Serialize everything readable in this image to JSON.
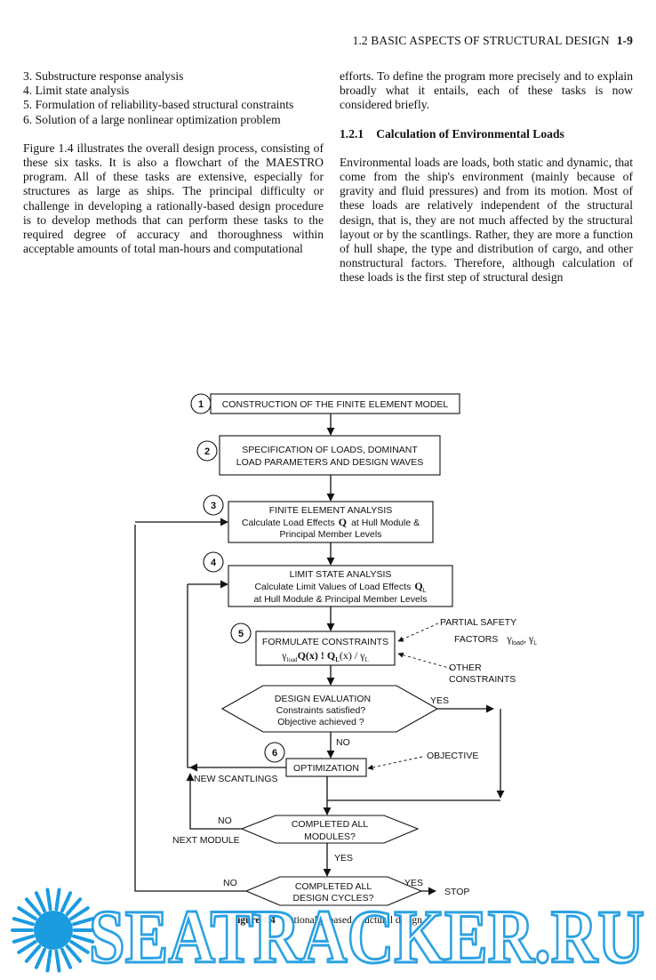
{
  "running_head": {
    "section": "1.2  BASIC ASPECTS OF STRUCTURAL DESIGN",
    "page": "1-9"
  },
  "left_column": {
    "list": [
      "3.   Substructure response analysis",
      "4.   Limit state analysis",
      "5.   Formulation of reliability-based structural constraints",
      "6.   Solution of a large nonlinear optimization problem"
    ],
    "paragraph": "Figure 1.4 illustrates the overall design process, consisting of these six tasks. It is also a flowchart of the MAESTRO program. All of these tasks are extensive, especially for structures as large as ships. The principal difficulty or challenge in developing a rationally-based design procedure is to develop methods that can perform these tasks to the required degree of accuracy and thoroughness within acceptable amounts of total man-hours and computational"
  },
  "right_column": {
    "paragraph1": "efforts. To define the program more precisely and to explain broadly what it entails, each of these tasks is now considered briefly.",
    "section_number": "1.2.1",
    "section_title": "Calculation of Environmental Loads",
    "paragraph2": "Environmental loads are loads, both static and dynamic, that come from the ship's environment (mainly because of gravity and fluid pressures) and from its motion. Most of these loads are relatively independent of the structural design, that is, they are not much affected by the structural layout or by the scantlings. Rather, they are more a function of hull shape, the type and distribution of cargo, and other nonstructural factors. Therefore, although calculation of these loads is the first step of structural design"
  },
  "flowchart": {
    "step1": {
      "num": "1",
      "text": "CONSTRUCTION OF THE FINITE ELEMENT MODEL"
    },
    "step2": {
      "num": "2",
      "line1": "SPECIFICATION OF LOADS,  DOMINANT",
      "line2": "LOAD PARAMETERS  AND DESIGN WAVES"
    },
    "step3": {
      "num": "3",
      "line1": "FINITE ELEMENT ANALYSIS",
      "line2": "Calculate Load Effects",
      "symbol": "Q",
      "line3": "at Hull Module &",
      "line4": "Principal Member Levels"
    },
    "step4": {
      "num": "4",
      "line1": "LIMIT STATE ANALYSIS",
      "line2": "Calculate Limit Values of Load Effects",
      "symbol": "Q",
      "symbol_sub": "L",
      "line3": "at Hull Module & Principal Member Levels"
    },
    "step5": {
      "num": "5",
      "line1": "FORMULATE CONSTRAINTS",
      "formula_a": "γ",
      "formula_a_sub": "load",
      "formula_b": "Q(x) !  Q",
      "formula_b_sub": "L",
      "formula_c": "(x) / γ",
      "formula_c_sub": "L"
    },
    "partial_safety": {
      "line1": "PARTIAL SAFETY",
      "line2": "FACTORS",
      "gamma1": "γ",
      "gamma1_sub": "load",
      "sep": ",  γ",
      "gamma2_sub": "L"
    },
    "other_constraints": {
      "line1": "OTHER",
      "line2": "CONSTRAINTS"
    },
    "evaluation": {
      "line1": "DESIGN EVALUATION",
      "line2": "Constraints satisfied?",
      "line3": "Objective achieved ?"
    },
    "yes1": "YES",
    "no1": "NO",
    "step6": {
      "num": "6",
      "text": "OPTIMIZATION"
    },
    "objective": "OBJECTIVE",
    "new_scantlings": "NEW SCANTLINGS",
    "modules": {
      "line1": "COMPLETED ALL",
      "line2": "MODULES?"
    },
    "no2": "NO",
    "next_module": "NEXT MODULE",
    "yes2": "YES",
    "cycles": {
      "line1": "COMPLETED ALL",
      "line2": "DESIGN CYCLES?"
    },
    "no3": "NO",
    "yes3": "YES",
    "stop": "STOP"
  },
  "caption": {
    "label": "Figure 1.4",
    "text": "Rationally-based structural design."
  },
  "watermark": {
    "text": "SEATRACKER.RU",
    "color": "#1b9be0"
  }
}
